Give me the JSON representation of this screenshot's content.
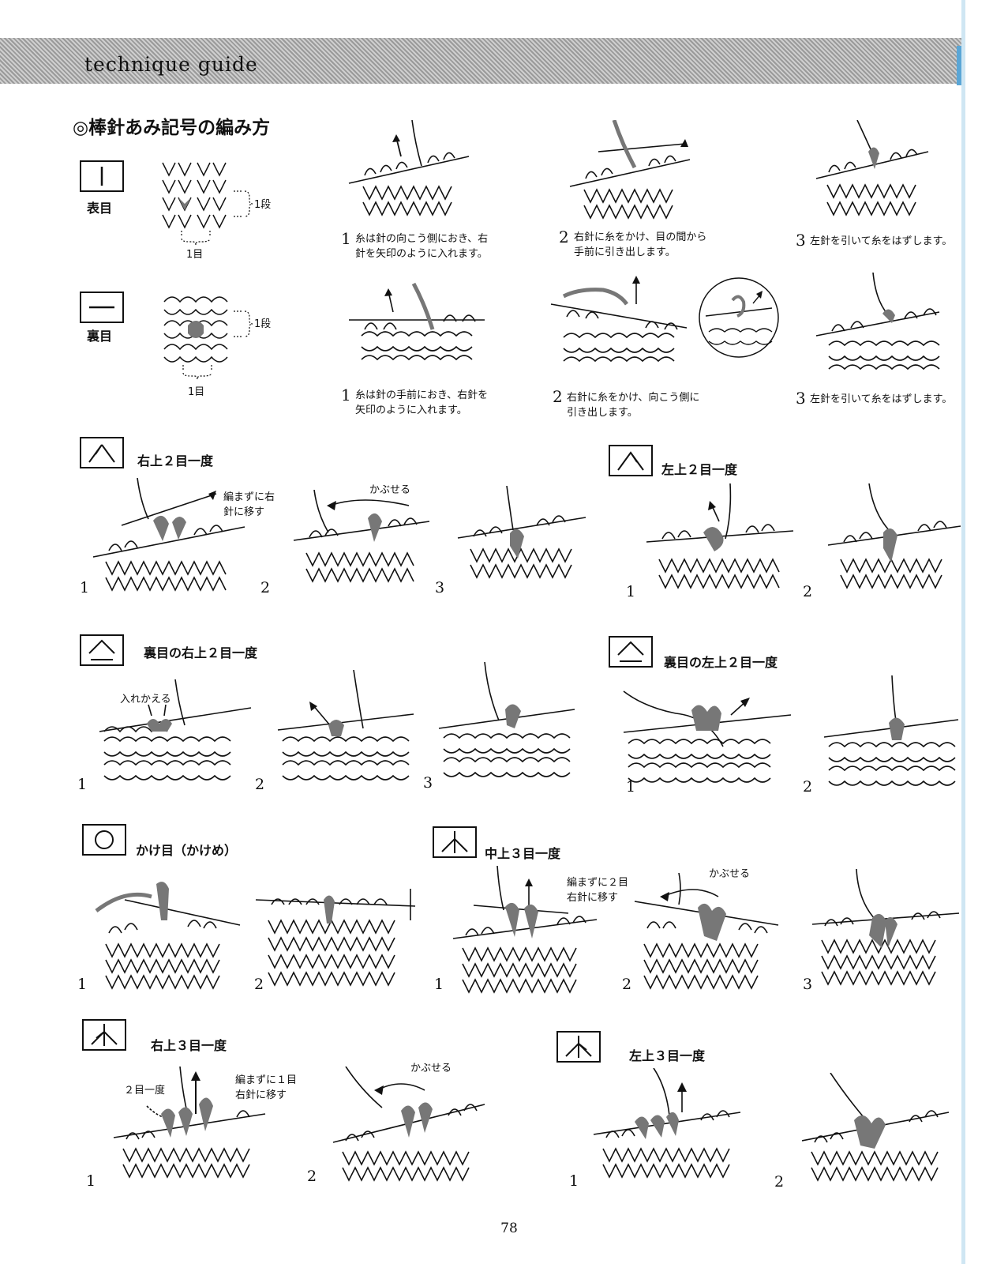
{
  "header": {
    "title": "technique guide",
    "accent_color": "#5aa6d6"
  },
  "section": {
    "title": "◎棒針あみ記号の編み方"
  },
  "knit": {
    "name": "表目",
    "row_label": "1段",
    "stitch_label": "1目",
    "steps": [
      {
        "num": "1",
        "text": "糸は針の向こう側におき、右針を矢印のように入れます。"
      },
      {
        "num": "2",
        "text": "右針に糸をかけ、目の間から手前に引き出します。"
      },
      {
        "num": "3",
        "text": "左針を引いて糸をはずします。"
      }
    ]
  },
  "purl": {
    "name": "裏目",
    "row_label": "1段",
    "stitch_label": "1目",
    "steps": [
      {
        "num": "1",
        "text": "糸は針の手前におき、右針を矢印のように入れます。"
      },
      {
        "num": "2",
        "text": "右針に糸をかけ、向こう側に引き出します。"
      },
      {
        "num": "3",
        "text": "左針を引いて糸をはずします。"
      }
    ]
  },
  "ssk": {
    "name": "右上２目一度",
    "note1": "編まずに右針に移す",
    "note2": "かぶせる",
    "steps": [
      "1",
      "2",
      "3"
    ]
  },
  "k2tog": {
    "name": "左上２目一度",
    "steps": [
      "1",
      "2"
    ]
  },
  "purl_ssk": {
    "name": "裏目の右上２目一度",
    "note1": "入れかえる",
    "steps": [
      "1",
      "2",
      "3"
    ]
  },
  "purl_k2tog": {
    "name": "裏目の左上２目一度",
    "steps": [
      "1",
      "2"
    ]
  },
  "yo": {
    "name": "かけ目（かけめ）",
    "steps": [
      "1",
      "2"
    ]
  },
  "cdd": {
    "name": "中上３目一度",
    "note1": "編まずに２目右針に移す",
    "note2": "かぶせる",
    "steps": [
      "1",
      "2",
      "3"
    ]
  },
  "sk2p": {
    "name": "右上３目一度",
    "note1": "２目一度",
    "note2": "編まずに１目右針に移す",
    "note3": "かぶせる",
    "steps": [
      "1",
      "2"
    ]
  },
  "k3tog": {
    "name": "左上３目一度",
    "steps": [
      "1",
      "2"
    ]
  },
  "page_number": "78"
}
